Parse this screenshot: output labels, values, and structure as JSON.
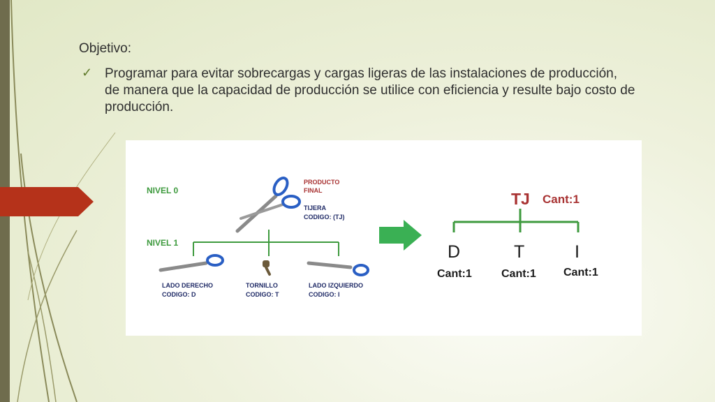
{
  "slide": {
    "heading": "Objetivo:",
    "bullet_text": "Programar para evitar sobrecargas y cargas ligeras de las instalaciones de producción, de manera que la capacidad de producción se utilice con eficiencia y resulte bajo costo de producción."
  },
  "diagram": {
    "left": {
      "level0": "NIVEL 0",
      "level1": "NIVEL 1",
      "final_product_line1": "PRODUCTO",
      "final_product_line2": "FINAL",
      "product_name": "TIJERA",
      "product_code": "CODIGO: (TJ)",
      "part_d_name": "LADO DERECHO",
      "part_d_code": "CODIGO: D",
      "part_t_name": "TORNILLO",
      "part_t_code": "CODIGO: T",
      "part_i_name": "LADO IZQUIERDO",
      "part_i_code": "CODIGO: I"
    },
    "right": {
      "root": "TJ",
      "root_qty": "Cant:1",
      "child_d": "D",
      "child_t": "T",
      "child_i": "I",
      "qty_d": "Cant:1",
      "qty_t": "Cant:1",
      "qty_i": "Cant:1"
    },
    "colors": {
      "green": "#3e9a3e",
      "red_text": "#a83232",
      "navy_text": "#1f2a66",
      "blue_handle": "#2a5fc4",
      "accent_red": "#b5321a"
    },
    "icons": [
      "scissors-icon",
      "blade-icon",
      "screw-icon",
      "arrow-right-icon"
    ]
  }
}
